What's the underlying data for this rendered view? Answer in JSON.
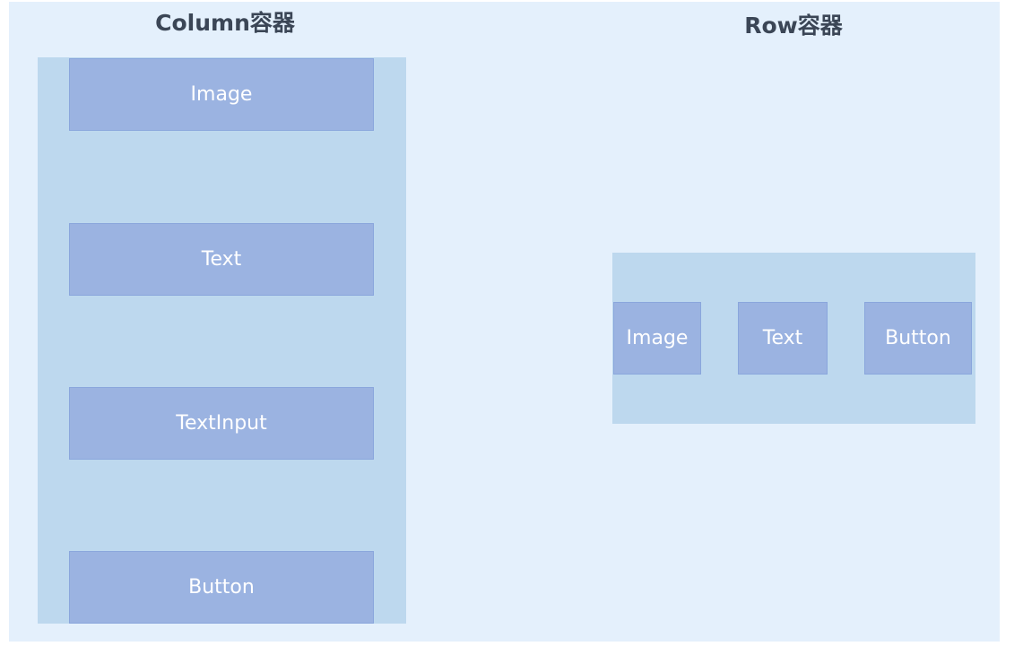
{
  "column": {
    "title": "Column容器",
    "children": [
      {
        "label": "Image"
      },
      {
        "label": "Text"
      },
      {
        "label": "TextInput"
      },
      {
        "label": "Button"
      }
    ]
  },
  "row": {
    "title": "Row容器",
    "children": [
      {
        "label": "Image"
      },
      {
        "label": "Text"
      },
      {
        "label": "Button"
      }
    ]
  },
  "colors": {
    "background": "#e4f0fc",
    "container": "#bdd8ee",
    "child": "#9bb3e1",
    "child_text": "#ffffff",
    "heading_text": "#3b4656"
  }
}
